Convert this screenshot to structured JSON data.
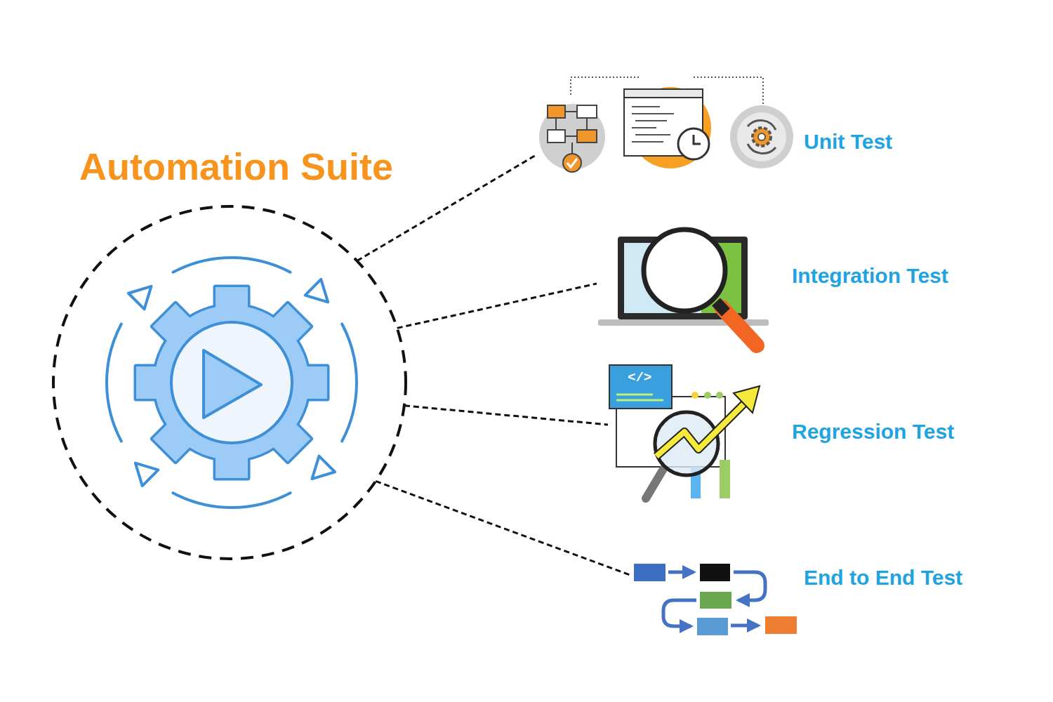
{
  "diagram": {
    "nodes": [
      {
        "text": [
          "Automation Suite"
        ]
      },
      {
        "text": [
          "Unit Test"
        ]
      },
      {
        "text": [
          "Integration Test"
        ]
      },
      {
        "text": [
          "Regression Test"
        ]
      },
      {
        "text": [
          "End to End Test"
        ]
      }
    ],
    "edges": [
      {
        "from": 0,
        "to": 1,
        "arrow": "none"
      },
      {
        "from": 0,
        "to": 2,
        "arrow": "none"
      },
      {
        "from": 0,
        "to": 3,
        "arrow": "none"
      },
      {
        "from": 0,
        "to": 4,
        "arrow": "none"
      }
    ],
    "labels": [
      "</>"
    ]
  }
}
